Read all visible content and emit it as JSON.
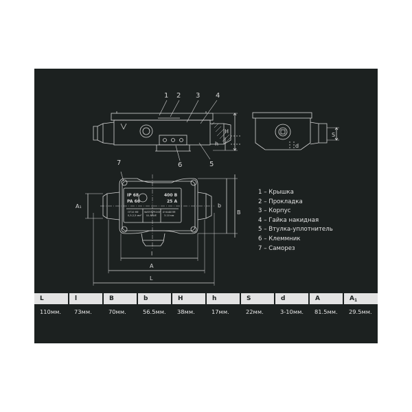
{
  "callouts": [
    "1",
    "2",
    "3",
    "4",
    "5",
    "6",
    "7"
  ],
  "front_label": {
    "rating_left_1": "IP 68",
    "rating_left_2": "PA 66",
    "rating_right_1": "400 В",
    "rating_right_2": "25 А",
    "small_1_line1": "ОТ10 МЕ",
    "small_1_line2": "0,5-2,5 мм²",
    "small_2_line1": "WATERPROOF",
    "small_2_line2": "UL-NAVE",
    "small_3_line1": "Ø КАБЕЛЯ",
    "small_3_line2": "3-10 мм"
  },
  "dim_labels": {
    "H": "H",
    "h": "h",
    "S": "S",
    "d": "d",
    "A1": "A₁",
    "B": "B",
    "b": "b",
    "l": "l",
    "A": "A",
    "L": "L"
  },
  "legend": [
    "1 – Крышка",
    "2 – Прокладка",
    "3 – Корпус",
    "4 – Гайка накидная",
    "5 – Втулка-уплотнитель",
    "6 – Клеммник",
    "7 – Саморез"
  ],
  "table": {
    "headers": [
      "L",
      "l",
      "B",
      "b",
      "H",
      "h",
      "S",
      "d",
      "A",
      "A"
    ],
    "header_subscripts": [
      "",
      "",
      "",
      "",
      "",
      "",
      "",
      "",
      "",
      "1"
    ],
    "values": [
      "110мм.",
      "73мм.",
      "70мм.",
      "56.5мм.",
      "38мм.",
      "17мм.",
      "22мм.",
      "3-10мм.",
      "81.5мм.",
      "29.5мм."
    ]
  },
  "colors": {
    "background": "#1c2120",
    "line": "#d7d7d7",
    "table_header": "#e3e3e3",
    "text": "#e6e6e6"
  }
}
